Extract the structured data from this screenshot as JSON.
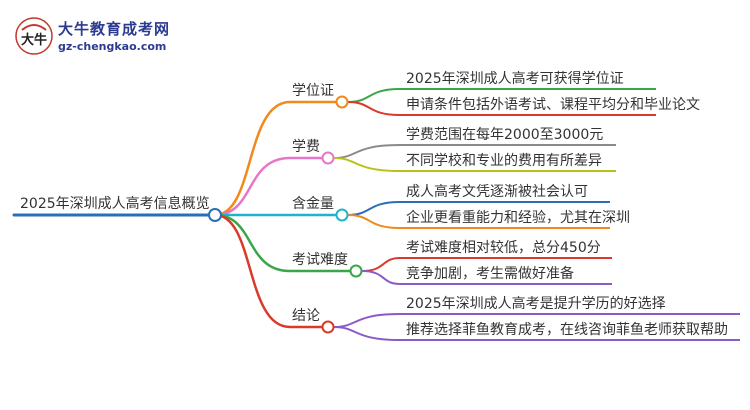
{
  "logo": {
    "title": "大牛教育成考网",
    "url": "gz-chengkao.com",
    "mark_text": "大牛"
  },
  "root": {
    "label": "2025年深圳成人高考信息概览",
    "color": "#2a6fb5"
  },
  "branches": [
    {
      "label": "学位证",
      "color": "#f08a1c",
      "children": [
        {
          "label": "2025年深圳成人高考可获得学位证",
          "color": "#3aa64a"
        },
        {
          "label": "申请条件包括外语考试、课程平均分和毕业论文",
          "color": "#d93a2b"
        }
      ]
    },
    {
      "label": "学费",
      "color": "#e876c8",
      "children": [
        {
          "label": "学费范围在每年2000至3000元",
          "color": "#8a8a8a"
        },
        {
          "label": "不同学校和专业的费用有所差异",
          "color": "#b8c21a"
        }
      ]
    },
    {
      "label": "含金量",
      "color": "#1fb5c9",
      "children": [
        {
          "label": "成人高考文凭逐渐被社会认可",
          "color": "#2a6fb5"
        },
        {
          "label": "企业更看重能力和经验，尤其在深圳",
          "color": "#f08a1c"
        }
      ]
    },
    {
      "label": "考试难度",
      "color": "#3aa64a",
      "children": [
        {
          "label": "考试难度相对较低，总分450分",
          "color": "#d93a2b"
        },
        {
          "label": "竞争加剧，考生需做好准备",
          "color": "#8a5ac6"
        }
      ]
    },
    {
      "label": "结论",
      "color": "#d93a2b",
      "children": [
        {
          "label": "2025年深圳成人高考是提升学历的好选择",
          "color": "#8a5ac6"
        },
        {
          "label": "推荐选择菲鱼教育成考，在线咨询菲鱼老师获取帮助",
          "color": "#8a5ac6"
        }
      ]
    }
  ]
}
